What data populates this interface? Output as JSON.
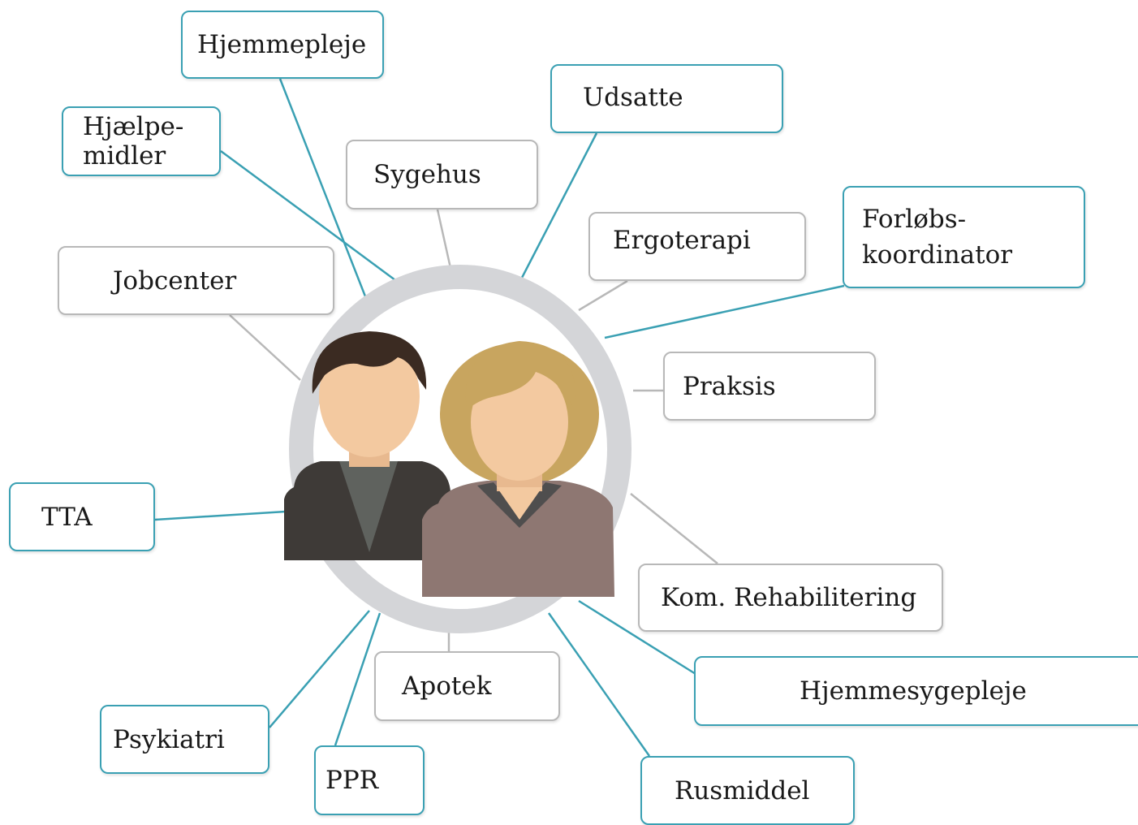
{
  "colors": {
    "teal": "#3aa0b3",
    "gray": "#b8b8b8",
    "ring": "#d4d5d8",
    "man_suit": "#3e3a37",
    "man_shirt": "#5f625e",
    "woman_top": "#8e7772",
    "woman_hair": "#c8a55f",
    "skin": "#f3c9a0"
  },
  "center": {
    "icon": "people-icon"
  },
  "nodes": {
    "hjemmepleje": "Hjemmepleje",
    "hjaelpemidler": "Hjælpe-\nmidler",
    "sygehus": "Sygehus",
    "udsatte": "Udsatte",
    "ergoterapi": "Ergoterapi",
    "forlobskoordinator": "Forløbs-\nkoordinator",
    "jobcenter": "Jobcenter",
    "praksis": "Praksis",
    "tta": "TTA",
    "kom_rehabilitering": "Kom. Rehabilitering",
    "hjemmesygepleje": "Hjemmesygepleje",
    "apotek": "Apotek",
    "psykiatri": "Psykiatri",
    "ppr": "PPR",
    "rusmiddel": "Rusmiddel"
  }
}
